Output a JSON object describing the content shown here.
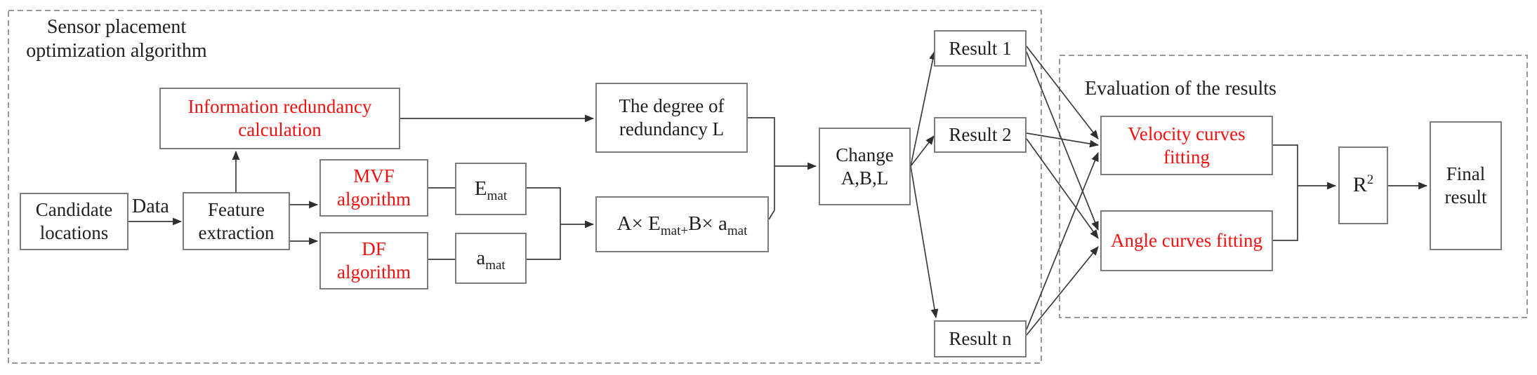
{
  "palette": {
    "red_text": "#f11010",
    "black_text": "#221e1f",
    "box_border": "#7c7c7c",
    "dashed_border": "#999999",
    "connector": "#3c3c3c"
  },
  "groups": {
    "sensor": {
      "title_line1": "Sensor placement",
      "title_line2": "optimization algorithm"
    },
    "evaluation": {
      "title": "Evaluation of the results"
    }
  },
  "nodes": {
    "candidate_locations": {
      "label": "Candidate locations"
    },
    "feature_extraction": {
      "label": "Feature extraction"
    },
    "information_redundancy": {
      "label": "Information redundancy calculation"
    },
    "mvf_algorithm": {
      "label": "MVF algorithm"
    },
    "df_algorithm": {
      "label": "DF algorithm"
    },
    "e_mat": {
      "base": "E",
      "sub": "mat"
    },
    "a_mat": {
      "base": "a",
      "sub": "mat"
    },
    "degree_of_redundancy": {
      "label": "The degree of redundancy L"
    },
    "formula": {
      "part1": "A× E",
      "sub1": "mat+",
      "part2": "B× a",
      "sub2": "mat"
    },
    "change_abl": {
      "label": "Change A,B,L"
    },
    "result_1": {
      "label": "Result 1"
    },
    "result_2": {
      "label": "Result 2"
    },
    "result_n": {
      "label": "Result n"
    },
    "velocity_fitting": {
      "label": "Velocity curves fitting"
    },
    "angle_fitting": {
      "label": "Angle curves fitting"
    },
    "r_squared": {
      "base": "R",
      "sup": "2"
    },
    "final_result": {
      "label": "Final result"
    }
  },
  "edge_labels": {
    "data": "Data"
  }
}
